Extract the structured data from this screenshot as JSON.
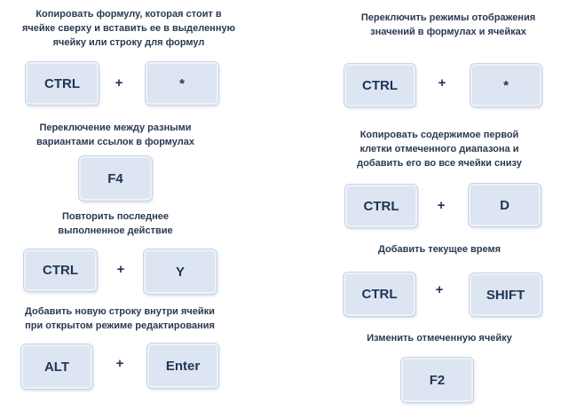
{
  "shortcuts": [
    {
      "lines": [
        "Копировать формулу, которая стоит в",
        "ячейке сверху и вставить ее в выделенную",
        "ячейку или строку для формул"
      ],
      "keys": [
        "CTRL",
        "*"
      ]
    },
    {
      "lines": [
        "Переключение между разными",
        "вариантами ссылок в формулах"
      ],
      "keys": [
        "F4"
      ]
    },
    {
      "lines": [
        "Повторить последнее",
        "выполненное действие"
      ],
      "keys": [
        "CTRL",
        "Y"
      ]
    },
    {
      "lines": [
        "Добавить новую строку внутри ячейки",
        "при открытом режиме редактирования"
      ],
      "keys": [
        "ALT",
        "Enter"
      ]
    },
    {
      "lines": [
        "Переключить режимы отображения",
        "значений в формулах и ячейках"
      ],
      "keys": [
        "CTRL",
        "*"
      ]
    },
    {
      "lines": [
        "Копировать содержимое первой",
        "клетки отмеченного диапазона и",
        "добавить его во все ячейки снизу"
      ],
      "keys": [
        "CTRL",
        "D"
      ]
    },
    {
      "lines": [
        "Добавить текущее время"
      ],
      "keys": [
        "CTRL",
        "SHIFT"
      ]
    },
    {
      "lines": [
        "Изменить отмеченную ячейку"
      ],
      "keys": [
        "F2"
      ]
    }
  ],
  "plus_sign": "+"
}
